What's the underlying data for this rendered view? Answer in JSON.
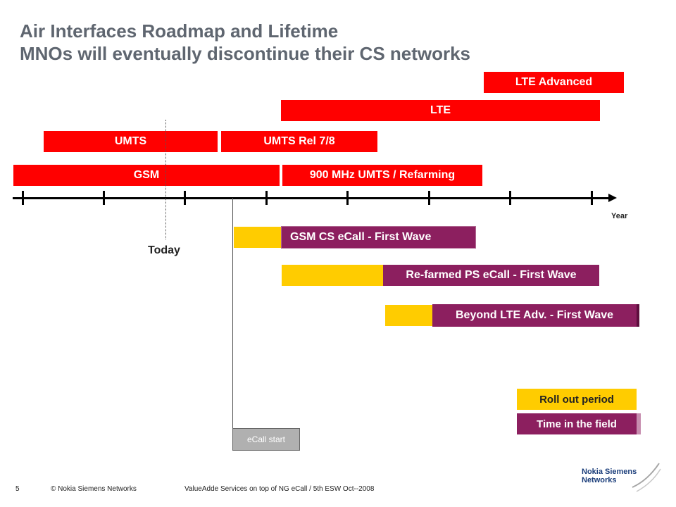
{
  "title": {
    "line1": "Air Interfaces Roadmap and Lifetime",
    "line2": "MNOs will eventually discontinue their CS networks"
  },
  "technologies": {
    "lte_advanced": "LTE Advanced",
    "lte": "LTE",
    "umts": "UMTS",
    "umts_rel": "UMTS Rel 7/8",
    "gsm": "GSM",
    "umts_refarming": "900 MHz UMTS / Refarming"
  },
  "axis": {
    "year_label": "Year",
    "today_label": "Today"
  },
  "ecall": {
    "start_label": "eCall start",
    "wave1": "GSM CS eCall - First Wave",
    "wave2": "Re-farmed PS eCall - First Wave",
    "wave3": "Beyond LTE Adv. - First Wave"
  },
  "legend": {
    "rollout": "Roll out period",
    "field": "Time in the field"
  },
  "footer": {
    "page": "5",
    "copyright": "© Nokia Siemens Networks",
    "doc": "ValueAdde Services on top of NG eCall / 5th ESW Oct--2008"
  },
  "logo": {
    "line1": "Nokia Siemens",
    "line2": "Networks"
  },
  "colors": {
    "red": "#ff0000",
    "purple": "#8c1f5f",
    "yellow": "#ffcc00",
    "grey": "#b0b0b0"
  }
}
